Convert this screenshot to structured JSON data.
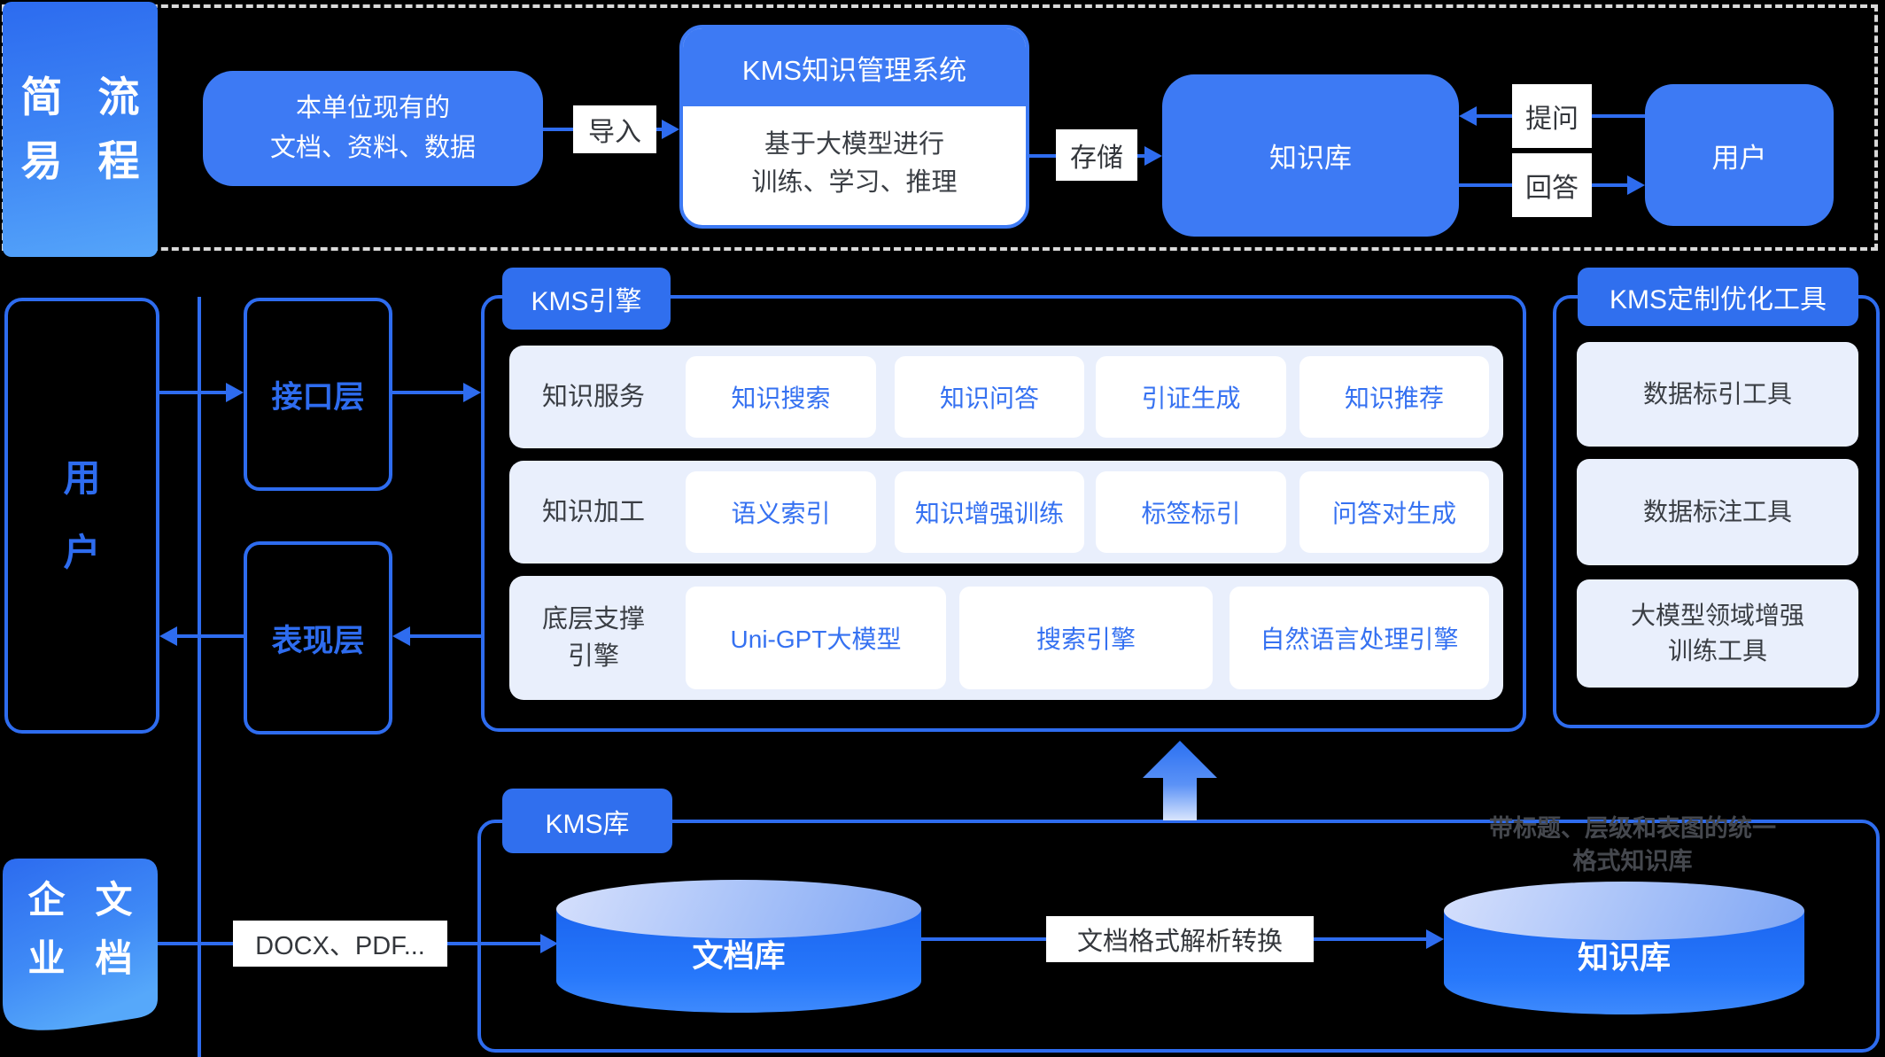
{
  "colors": {
    "background": "#000000",
    "box_fill_blue": "#3D7AF4",
    "line_blue": "#2E6CEF",
    "tab_blue": "#306FEE",
    "light_row": "#E9EFFC",
    "chip_text_blue": "#3571F1",
    "dark_text": "#3A3E44",
    "grey_dashed": "#D9D9D9",
    "annotation_grey": "#45484E"
  },
  "top": {
    "section_label": {
      "text": "简易流程",
      "chars": [
        "简",
        "流",
        "易",
        "程"
      ]
    },
    "source_box": {
      "line1": "本单位现有的",
      "line2": "文档、资料、数据"
    },
    "import_label": "导入",
    "kms_box": {
      "title": "KMS知识管理系统",
      "line1": "基于大模型进行",
      "line2": "训练、学习、推理"
    },
    "store_label": "存储",
    "kb_box_label": "知识库",
    "ask_label": "提问",
    "answer_label": "回答",
    "user_box_label": "用户"
  },
  "middle": {
    "user_panel": {
      "text": "用户",
      "chars": [
        "用",
        "户"
      ]
    },
    "interface_layer": "接口层",
    "presentation_layer": "表现层",
    "engine": {
      "tab": "KMS引擎",
      "rows": [
        {
          "l1": "知识服务",
          "chips": [
            "知识搜索",
            "知识问答",
            "引证生成",
            "知识推荐"
          ]
        },
        {
          "l1": "知识加工",
          "chips": [
            "语义索引",
            "知识增强训练",
            "标签标引",
            "问答对生成"
          ]
        },
        {
          "l1": "底层支撑",
          "l2": "引擎",
          "chips": [
            "Uni-GPT大模型",
            "搜索引擎",
            "自然语言处理引擎"
          ]
        }
      ]
    },
    "tools": {
      "tab": "KMS定制优化工具",
      "items": [
        {
          "l1": "数据标引工具"
        },
        {
          "l1": "数据标注工具"
        },
        {
          "l1": "大模型领域增强",
          "l2": "训练工具"
        }
      ]
    }
  },
  "bottom": {
    "docs_label": {
      "text": "企业文档",
      "chars": [
        "企",
        "文",
        "业",
        "档"
      ]
    },
    "formats_label": "DOCX、PDF...",
    "kms_lib_tab": "KMS库",
    "doc_store_label": "文档库",
    "convert_label": "文档格式解析转换",
    "kb_store_label": "知识库",
    "annotation_line1": "带标题、层级和表图的统一",
    "annotation_line2": "格式知识库"
  }
}
